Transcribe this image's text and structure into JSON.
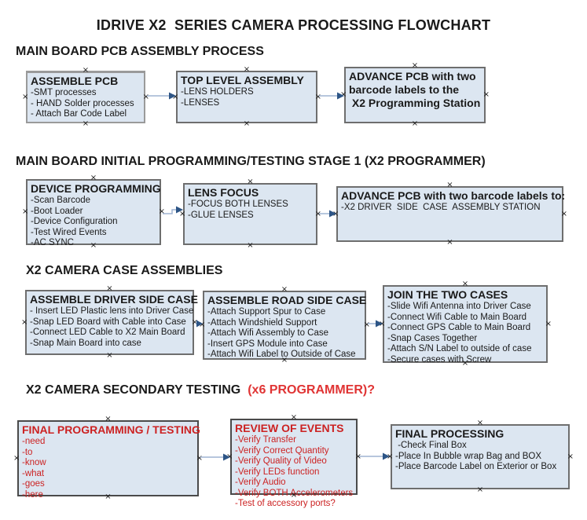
{
  "title": "IDRIVE X2  SERIES CAMERA PROCESSING FLOWCHART",
  "colors": {
    "box_fill": "#dce6f1",
    "box_border": "#6e6e6e",
    "box_border_dark": "#4a4a4a",
    "connector_line": "#9fb4d2",
    "connector_arrow": "#2d5586",
    "red_box_text": "#cc2222",
    "red_heading_text": "#e03434",
    "black_text": "#1a1a1a"
  },
  "sections": [
    {
      "heading": "MAIN BOARD PCB ASSEMBLY PROCESS",
      "boxes": [
        {
          "title": "ASSEMBLE PCB",
          "items": [
            "-SMT processes",
            "- HAND Solder processes",
            "- Attach Bar Code Label"
          ]
        },
        {
          "title": "TOP LEVEL ASSEMBLY",
          "items": [
            "-LENS HOLDERS",
            "-LENSES"
          ]
        },
        {
          "title": "ADVANCE PCB with two\nbarcode labels to the\n X2 Programming Station",
          "items": []
        }
      ]
    },
    {
      "heading": "MAIN BOARD INITIAL PROGRAMMING/TESTING STAGE 1 (X2 PROGRAMMER)",
      "boxes": [
        {
          "title": "DEVICE PROGRAMMING",
          "items": [
            "-Scan Barcode",
            "-Boot Loader",
            "-Device Configuration",
            "-Test Wired Events",
            "-AC SYNC"
          ]
        },
        {
          "title": "LENS FOCUS",
          "items": [
            "-FOCUS BOTH LENSES",
            "-GLUE LENSES"
          ]
        },
        {
          "title": "ADVANCE PCB with two barcode labels to:",
          "items": [
            "-X2 DRIVER  SIDE  CASE  ASSEMBLY STATION"
          ]
        }
      ]
    },
    {
      "heading": "X2 CAMERA CASE ASSEMBLIES",
      "boxes": [
        {
          "title": "ASSEMBLE DRIVER SIDE CASE",
          "items": [
            "- Insert LED Plastic lens into Driver Case",
            "-Snap LED Board with Cable into Case",
            "-Connect LED Cable to X2 Main Board",
            "-Snap Main Board into case"
          ]
        },
        {
          "title": "ASSEMBLE ROAD SIDE CASE",
          "items": [
            "-Attach Support Spur to Case",
            "-Attach Windshield Support",
            "-Attach Wifi Assembly to Case",
            "-Insert GPS Module into Case",
            "-Attach Wifi Label to Outside of Case"
          ]
        },
        {
          "title": "JOIN THE TWO CASES",
          "items": [
            "-Slide Wifi Antenna into Driver Case",
            "-Connect Wifi Cable to Main Board",
            "-Connect GPS Cable to Main Board",
            "-Snap Cases Together",
            "-Attach S/N Label to outside of case",
            "-Secure cases with Screw"
          ]
        }
      ]
    },
    {
      "heading": "X2 CAMERA SECONDARY TESTING",
      "heading_red": "(x6 PROGRAMMER)?",
      "boxes": [
        {
          "title": "FINAL PROGRAMMING / TESTING",
          "items": [
            "-need",
            "-to",
            "-know",
            "-what",
            "-goes",
            "-here"
          ]
        },
        {
          "title": "REVIEW OF EVENTS",
          "items": [
            "-Verify Transfer",
            "-Verify Correct Quantity",
            "-Verify Quality of Video",
            "-Verify LEDs function",
            "-Verify Audio",
            "-Verify BOTH Accelerometers",
            "-Test of accessory ports?"
          ]
        },
        {
          "title": "FINAL PROCESSING",
          "items": [
            " -Check Final Box",
            "-Place In Bubble wrap Bag and BOX",
            "-Place Barcode Label on Exterior or Box"
          ]
        }
      ]
    }
  ]
}
